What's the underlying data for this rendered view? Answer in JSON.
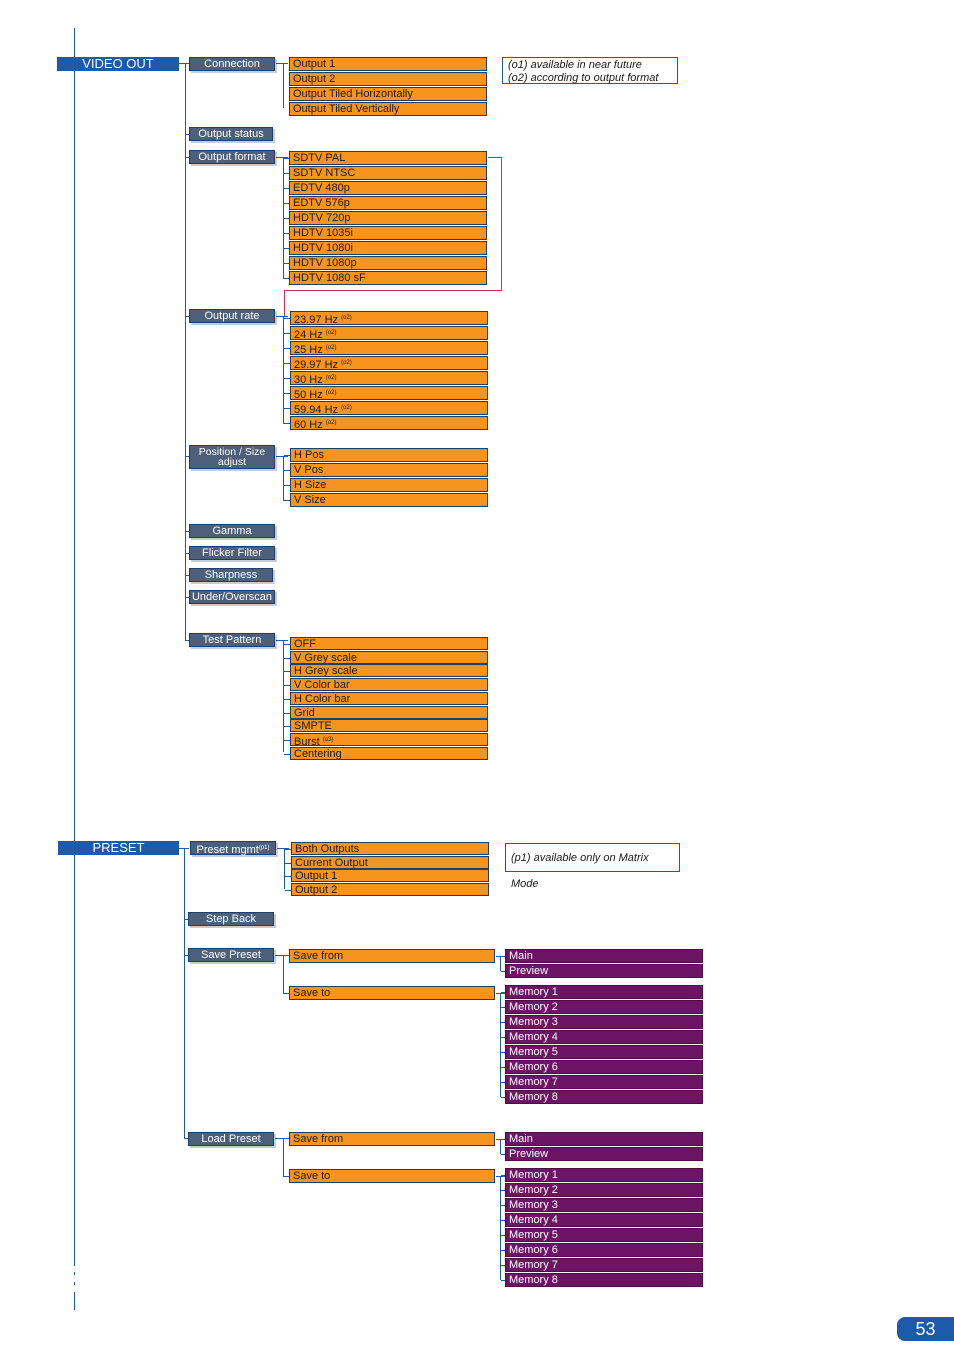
{
  "video_out": {
    "title": "VIDEO OUT",
    "connection": {
      "label": "Connection",
      "options": [
        "Output 1",
        "Output 2",
        "Output Tiled Horizontally",
        "Output Tiled Vertically"
      ]
    },
    "notes": [
      "(o1) available in near future",
      "(o2) according to output format"
    ],
    "output_status": "Output status",
    "output_format": {
      "label": "Output format",
      "options": [
        "SDTV PAL",
        "SDTV NTSC",
        "EDTV 480p",
        "EDTV 576p",
        "HDTV 720p",
        "HDTV 1035i",
        "HDTV 1080i",
        "HDTV 1080p",
        "HDTV 1080 sF"
      ]
    },
    "output_rate": {
      "label": "Output rate",
      "sup": "(o2)",
      "options": [
        "23.97 Hz",
        "24 Hz",
        "25 Hz",
        "29.97 Hz",
        "30 Hz",
        "50 Hz",
        "59.94 Hz",
        "60 Hz"
      ]
    },
    "position_size": {
      "label_line1": "Position / Size",
      "label_line2": "adjust",
      "options": [
        "H Pos",
        "V Pos",
        "H Size",
        "V Size"
      ]
    },
    "gamma": "Gamma",
    "flicker_filter": "Flicker Filter",
    "sharpness": "Sharpness",
    "under_overscan": "Under/Overscan",
    "test_pattern": {
      "label": "Test Pattern",
      "options": [
        "OFF",
        "V Grey scale",
        "H Grey scale",
        "V Color bar",
        "H Color bar",
        "Grid",
        "SMPTE",
        "Burst",
        "Centering"
      ],
      "burst_sup": "(o3)"
    }
  },
  "preset": {
    "title": "PRESET",
    "preset_mgmt": {
      "label": "Preset mgmt",
      "sup": "(p1)",
      "options": [
        "Both Outputs",
        "Current Output",
        "Output 1",
        "Output 2"
      ]
    },
    "note": "(p1) available only on Matrix Mode",
    "step_back": "Step Back",
    "save_preset": {
      "label": "Save Preset",
      "save_from": "Save from",
      "from_options": [
        "Main",
        "Preview"
      ],
      "save_to": "Save to",
      "to_options": [
        "Memory 1",
        "Memory 2",
        "Memory 3",
        "Memory 4",
        "Memory 5",
        "Memory 6",
        "Memory 7",
        "Memory 8"
      ]
    },
    "load_preset": {
      "label": "Load Preset",
      "save_from": "Save from",
      "from_options": [
        "Main",
        "Preview"
      ],
      "save_to": "Save to",
      "to_options": [
        "Memory 1",
        "Memory 2",
        "Memory 3",
        "Memory 4",
        "Memory 5",
        "Memory 6",
        "Memory 7",
        "Memory 8"
      ]
    }
  },
  "page_number": "53",
  "colors": {
    "blue": "#1d5aa8",
    "slate": "#4d5f79",
    "orange": "#f7941e",
    "purple": "#6e1465",
    "red": "#d0304a"
  }
}
